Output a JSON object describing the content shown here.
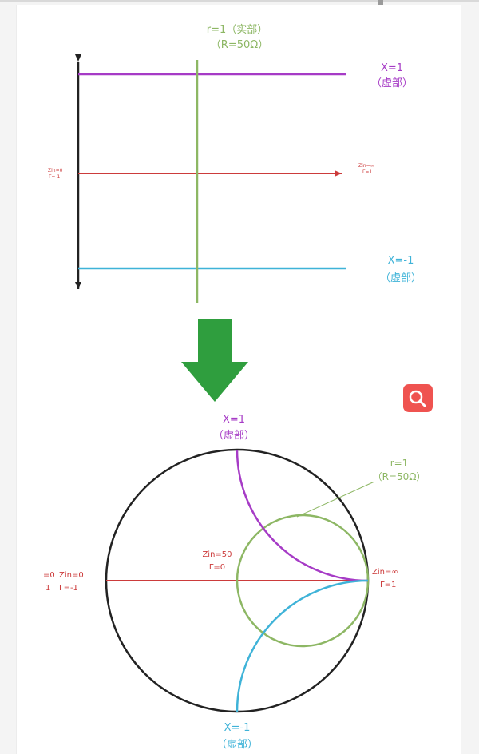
{
  "colors": {
    "axis": "#222222",
    "real": "#8db764",
    "reactive_pos": "#a63bc6",
    "reactive_neg": "#3fb3d8",
    "zero_line": "#cc3b3b",
    "arrow": "#2f9e3e",
    "zoom_bg": "#ef5350"
  },
  "top_diagram": {
    "r_label": "r=1（实部）",
    "r_sub": "（R=50Ω）",
    "x_pos_label": "X=1",
    "x_pos_sub": "（虚部）",
    "x_neg_label": "X=-1",
    "x_neg_sub": "（虚部）",
    "left_zin": "Zin=0",
    "left_gamma": "Γ=-1",
    "right_zin": "Zin=∞",
    "right_gamma": "Γ=1"
  },
  "bottom_diagram": {
    "x_pos_label": "X=1",
    "x_pos_sub": "（虚部）",
    "r_label": "r=1",
    "r_sub": "（R=50Ω）",
    "center_zin": "Zin=50",
    "center_gamma": "Γ=0",
    "left_zin": "Zin=0",
    "left_gamma": "Γ=-1",
    "left_edge_top": "=0",
    "left_edge_bottom": "1",
    "right_zin": "Zin=∞",
    "right_gamma": "Γ=1",
    "x_neg_label": "X=-1",
    "x_neg_sub": "（虚部）"
  },
  "zoom_icon": "magnifier-icon"
}
